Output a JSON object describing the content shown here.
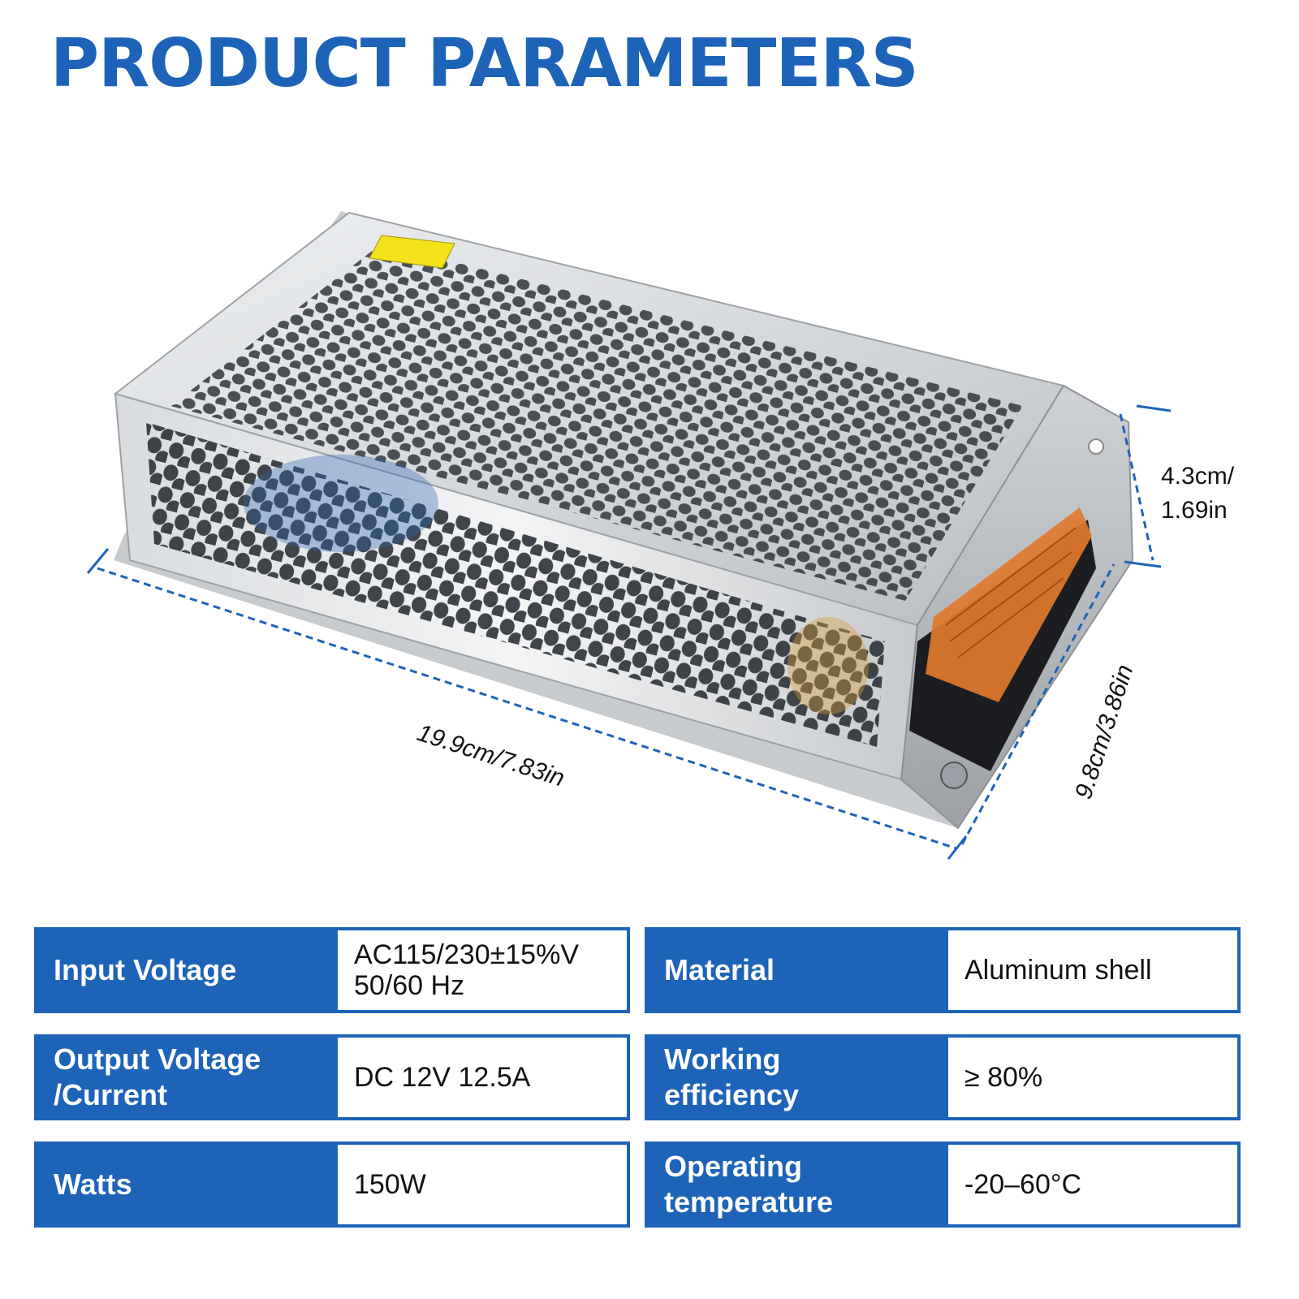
{
  "title": "PRODUCT PARAMETERS",
  "dimensions": {
    "length": "19.9cm/7.83in",
    "width": "9.8cm/3.86in",
    "height_line1": "4.3cm/",
    "height_line2": "1.69in"
  },
  "specs": {
    "input_voltage": {
      "label": "Input Voltage",
      "value_line1": "AC115/230±15%V",
      "value_line2": "50/60 Hz"
    },
    "material": {
      "label": "Material",
      "value": "Aluminum shell"
    },
    "output": {
      "label_line1": "Output Voltage",
      "label_line2": "/Current",
      "value": "DC 12V 12.5A"
    },
    "efficiency": {
      "label_line1": "Working",
      "label_line2": "efficiency",
      "value": "≥ 80%"
    },
    "watts": {
      "label": "Watts",
      "value": "150W"
    },
    "temperature": {
      "label_line1": "Operating",
      "label_line2": "temperature",
      "value": "-20–60°C"
    }
  },
  "colors": {
    "accent": "#1d63b8",
    "terminal_cover": "#e07a2e",
    "label_yellow": "#f3e21a"
  }
}
